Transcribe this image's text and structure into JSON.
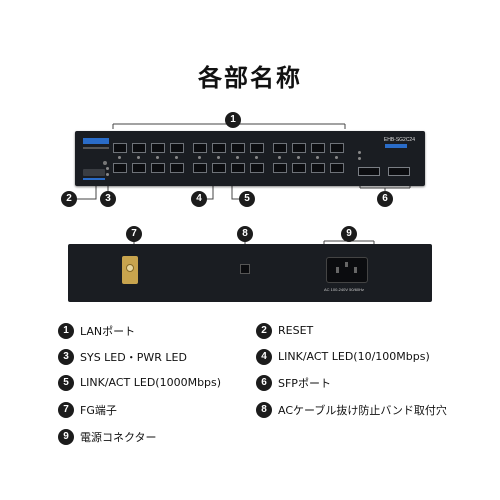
{
  "title": "各部名称",
  "front_panel": {
    "model_text": "EHB-SG2C24"
  },
  "back_panel": {
    "ac_label": "AC 100-240V 50/60Hz"
  },
  "callouts": {
    "c1": "1",
    "c2": "2",
    "c3": "3",
    "c4": "4",
    "c5": "5",
    "c6": "6",
    "c7": "7",
    "c8": "8",
    "c9": "9"
  },
  "legend": [
    {
      "num": "1",
      "label": "LANポート"
    },
    {
      "num": "2",
      "label": "RESET"
    },
    {
      "num": "3",
      "label": "SYS LED・PWR LED"
    },
    {
      "num": "4",
      "label": "LINK/ACT LED(10/100Mbps)"
    },
    {
      "num": "5",
      "label": "LINK/ACT LED(1000Mbps)"
    },
    {
      "num": "6",
      "label": "SFPポート"
    },
    {
      "num": "7",
      "label": "FG端子"
    },
    {
      "num": "8",
      "label": "ACケーブル抜け防止バンド取付穴"
    },
    {
      "num": "9",
      "label": "電源コネクター"
    }
  ]
}
